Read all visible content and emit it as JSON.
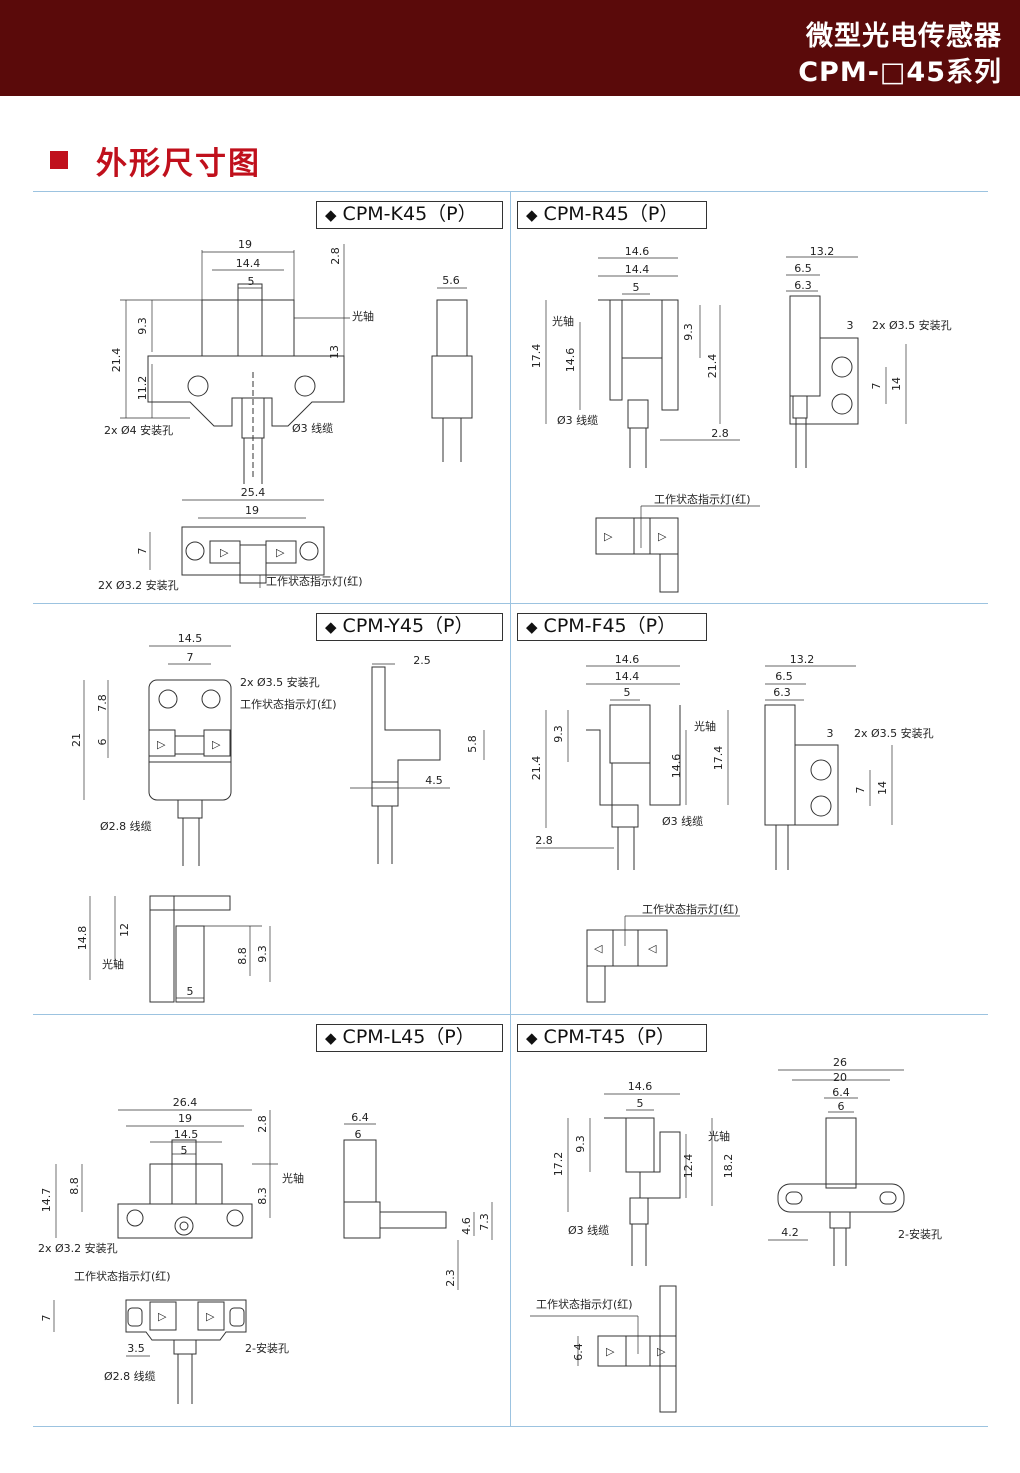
{
  "header": {
    "title_cn": "微型光电传感器",
    "series": "CPM-□45系列"
  },
  "section": {
    "title": "外形尺寸图"
  },
  "models": {
    "k45": "CPM-K45（P）",
    "r45": "CPM-R45（P）",
    "y45": "CPM-Y45（P）",
    "f45": "CPM-F45（P）",
    "l45": "CPM-L45（P）",
    "t45": "CPM-T45（P）"
  },
  "labels": {
    "optical_axis": "光轴",
    "indicator": "工作状态指示灯(红)",
    "cable_3": "Ø3 线缆",
    "cable_28": "Ø2.8 线缆",
    "holes_4": "2x Ø4 安装孔",
    "holes_32_upper": "2X Ø3.2 安装孔",
    "holes_32": "2x Ø3.2 安装孔",
    "holes_35": "2x Ø3.5 安装孔",
    "holes_2": "2-安装孔",
    "arrow": "▷",
    "arrow_left": "◁"
  },
  "dims": {
    "k45": [
      "19",
      "14.4",
      "5",
      "2.8",
      "9.3",
      "21.4",
      "11.2",
      "13",
      "5.6",
      "25.4",
      "19",
      "7"
    ],
    "r45": [
      "14.6",
      "14.4",
      "5",
      "9.3",
      "17.4",
      "14.6",
      "21.4",
      "2.8",
      "13.2",
      "6.5",
      "6.3",
      "3",
      "7",
      "14"
    ],
    "y45": [
      "14.5",
      "7",
      "7.8",
      "21",
      "6",
      "2.5",
      "5.8",
      "4.5",
      "14.8",
      "12",
      "8.8",
      "9.3",
      "5"
    ],
    "f45": [
      "14.6",
      "14.4",
      "5",
      "9.3",
      "21.4",
      "14.6",
      "17.4",
      "2.8",
      "13.2",
      "6.5",
      "6.3",
      "3",
      "7",
      "14"
    ],
    "l45": [
      "26.4",
      "19",
      "14.5",
      "5",
      "2.8",
      "14.7",
      "8.8",
      "8.3",
      "6.4",
      "6",
      "4.6",
      "7.3",
      "2.3",
      "7",
      "3.5"
    ],
    "t45": [
      "14.6",
      "5",
      "9.3",
      "17.2",
      "12.4",
      "18.2",
      "26",
      "20",
      "6.4",
      "6",
      "4.2",
      "6.4"
    ]
  }
}
